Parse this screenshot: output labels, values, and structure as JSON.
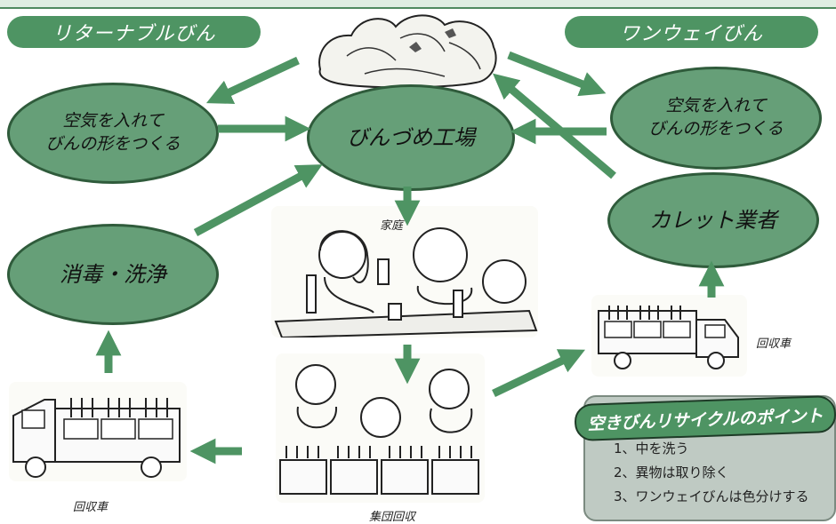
{
  "labels": {
    "returnable": "リターナブルびん",
    "oneway": "ワンウェイびん"
  },
  "nodes": {
    "bottle_factory": "びんづめ工場",
    "form_left_line1": "空気を入れて",
    "form_left_line2": "びんの形をつくる",
    "form_right_line1": "空気を入れて",
    "form_right_line2": "びんの形をつくる",
    "cullet": "カレット業者",
    "wash": "消毒・洗浄"
  },
  "captions": {
    "home": "家庭",
    "truck_right": "回収車",
    "truck_left": "回収車",
    "collection": "集団回収"
  },
  "recycle_points": {
    "title": "空きびんリサイクルのポイント",
    "items": [
      "1、中を洗う",
      "2、異物は取り除く",
      "3、ワンウェイびんは色分けする"
    ]
  },
  "colors": {
    "node_fill": "#669f78",
    "node_border": "#2f5b3b",
    "pill_fill": "#4e9463",
    "arrow_fill": "#4e9463",
    "box_fill": "#bfcac3"
  }
}
